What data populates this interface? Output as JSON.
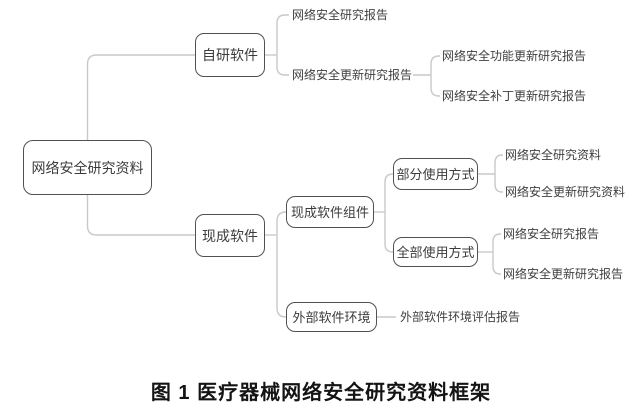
{
  "figure": {
    "caption": "图 1 医疗器械网络安全研究资料框架"
  },
  "colors": {
    "node_border": "#515151",
    "node_text": "#3c3c3c",
    "leaf_text": "#3f3f3f",
    "connector": "#c9c9c9",
    "caption": "#141414",
    "background": "#ffffff"
  },
  "tree": {
    "root": {
      "label": "网络安全研究资料"
    },
    "branches": [
      {
        "label": "自研软件",
        "children": [
          {
            "label": "网络安全研究报告"
          },
          {
            "label": "网络安全更新研究报告",
            "children": [
              {
                "label": "网络安全功能更新研究报告"
              },
              {
                "label": "网络安全补丁更新研究报告"
              }
            ]
          }
        ]
      },
      {
        "label": "现成软件",
        "children": [
          {
            "label": "现成软件组件",
            "children": [
              {
                "label": "部分使用方式",
                "children": [
                  {
                    "label": "网络安全研究资料"
                  },
                  {
                    "label": "网络安全更新研究资料"
                  }
                ]
              },
              {
                "label": "全部使用方式",
                "children": [
                  {
                    "label": "网络安全研究报告"
                  },
                  {
                    "label": "网络安全更新研究报告"
                  }
                ]
              }
            ]
          },
          {
            "label": "外部软件环境",
            "children": [
              {
                "label": "外部软件环境评估报告"
              }
            ]
          }
        ]
      }
    ]
  }
}
